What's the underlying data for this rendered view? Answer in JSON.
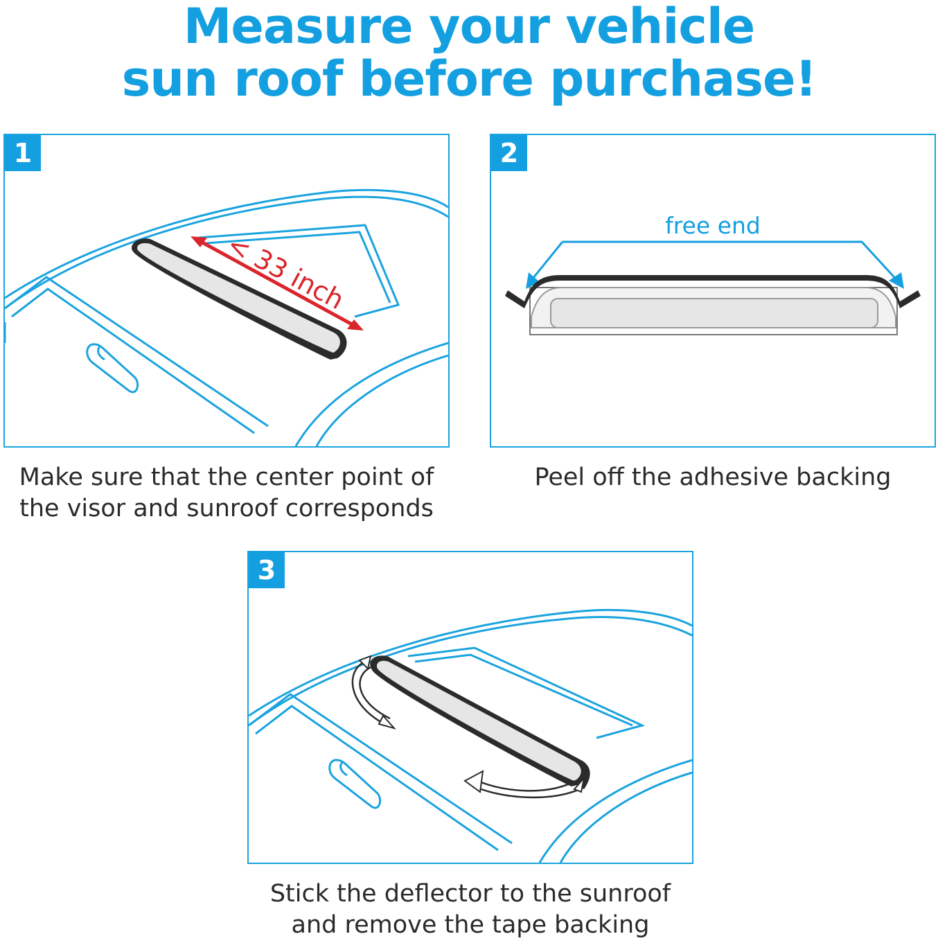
{
  "headline": {
    "line1": "Measure your vehicle",
    "line2": "sun roof before purchase!"
  },
  "colors": {
    "accent": "#149fe0",
    "outline": "#1aa3df",
    "measure_red": "#d9252b",
    "visor_dark": "#2b2b2b",
    "visor_fill": "#e6e6e6"
  },
  "steps": [
    {
      "number": "1",
      "caption_line1": "Make sure that the center point of",
      "caption_line2": "the visor and sunroof corresponds",
      "measure_label": "< 33 inch"
    },
    {
      "number": "2",
      "caption_line1": "Peel off the adhesive backing",
      "arrow_label": "free end"
    },
    {
      "number": "3",
      "caption_line1": "Stick the deflector to the sunroof",
      "caption_line2": "and remove the tape backing"
    }
  ]
}
